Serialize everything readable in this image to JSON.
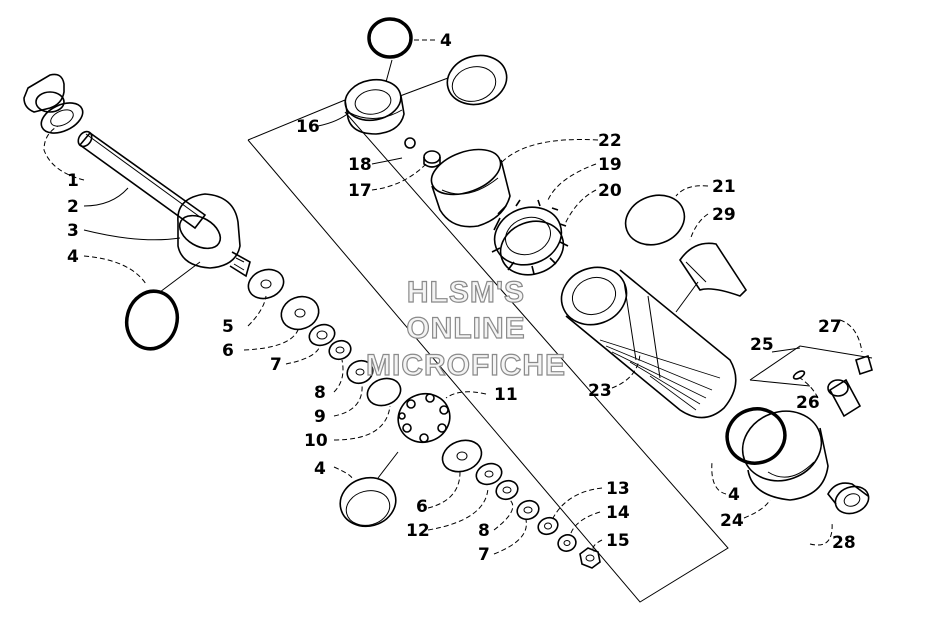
{
  "callouts": [
    {
      "id": "c1",
      "text": "1"
    },
    {
      "id": "c2",
      "text": "2"
    },
    {
      "id": "c3",
      "text": "3"
    },
    {
      "id": "c4a",
      "text": "4"
    },
    {
      "id": "c4b",
      "text": "4"
    },
    {
      "id": "c4c",
      "text": "4"
    },
    {
      "id": "c4d",
      "text": "4"
    },
    {
      "id": "c5",
      "text": "5"
    },
    {
      "id": "c6a",
      "text": "6"
    },
    {
      "id": "c6b",
      "text": "6"
    },
    {
      "id": "c7a",
      "text": "7"
    },
    {
      "id": "c7b",
      "text": "7"
    },
    {
      "id": "c8a",
      "text": "8"
    },
    {
      "id": "c8b",
      "text": "8"
    },
    {
      "id": "c9",
      "text": "9"
    },
    {
      "id": "c10",
      "text": "10"
    },
    {
      "id": "c11",
      "text": "11"
    },
    {
      "id": "c12",
      "text": "12"
    },
    {
      "id": "c13",
      "text": "13"
    },
    {
      "id": "c14",
      "text": "14"
    },
    {
      "id": "c15",
      "text": "15"
    },
    {
      "id": "c16",
      "text": "16"
    },
    {
      "id": "c17",
      "text": "17"
    },
    {
      "id": "c18",
      "text": "18"
    },
    {
      "id": "c19",
      "text": "19"
    },
    {
      "id": "c20",
      "text": "20"
    },
    {
      "id": "c21",
      "text": "21"
    },
    {
      "id": "c22",
      "text": "22"
    },
    {
      "id": "c23",
      "text": "23"
    },
    {
      "id": "c24",
      "text": "24"
    },
    {
      "id": "c25",
      "text": "25"
    },
    {
      "id": "c26",
      "text": "26"
    },
    {
      "id": "c27",
      "text": "27"
    },
    {
      "id": "c28",
      "text": "28"
    },
    {
      "id": "c29",
      "text": "29"
    }
  ],
  "watermark": {
    "line1": "HLSM'S",
    "line2": "ONLINE",
    "line3": "MICROFICHE"
  }
}
